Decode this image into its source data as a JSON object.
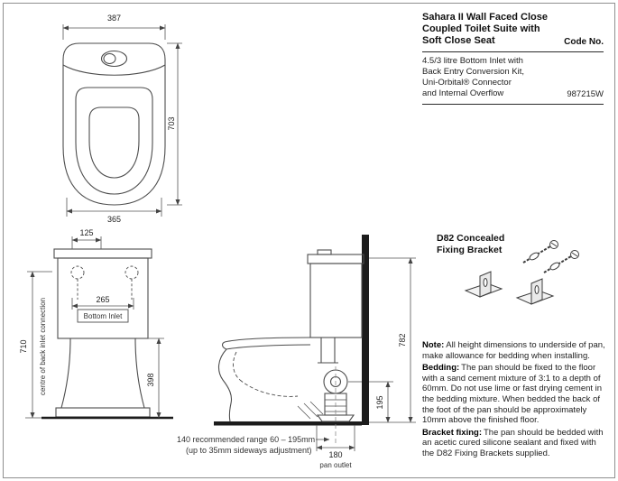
{
  "product": {
    "title_lines": [
      "Sahara II Wall Faced Close",
      "Coupled Toilet Suite with",
      "Soft Close Seat"
    ],
    "code_label": "Code No.",
    "description_lines": [
      "4.5/3 litre Bottom Inlet with",
      "Back Entry Conversion Kit,",
      "Uni-Orbital® Connector",
      "and Internal Overflow"
    ],
    "code_value": "987215W"
  },
  "fixing_bracket": {
    "label_lines": [
      "D82 Concealed",
      "Fixing Bracket"
    ]
  },
  "notes": [
    {
      "label": "Note:",
      "text": "All height dimensions to underside of pan, make allowance for bedding when installing."
    },
    {
      "label": "Bedding:",
      "text": "The pan should be fixed to the floor with a sand cement mixture of 3:1 to a depth of 60mm. Do not use lime or fast drying cement in the bedding mixture. When bedded the back of the foot of the pan should be approximately 10mm above the finished floor."
    },
    {
      "label": "Bracket fixing:",
      "text": "The pan should be bedded with an acetic cured silicone sealant and fixed with the D82 Fixing Brackets supplied."
    }
  ],
  "dimensions": {
    "top_view": {
      "overall_width": "387",
      "overall_depth": "703",
      "front_width": "365"
    },
    "front_view": {
      "inlet_offset": "125",
      "bottom_inlet_width": "265",
      "bottom_inlet_label": "Bottom Inlet",
      "inlet_height": "710",
      "inlet_height_label": "centre of back inlet connection",
      "pan_height": "398"
    },
    "side_view": {
      "overall_height": "782",
      "outlet_height": "195",
      "outlet_depth": "180",
      "outlet_label": "pan outlet"
    },
    "installation": {
      "range_note": "140 recommended range 60 – 195mm",
      "adjustment_note": "(up to 35mm sideways adjustment)"
    }
  }
}
